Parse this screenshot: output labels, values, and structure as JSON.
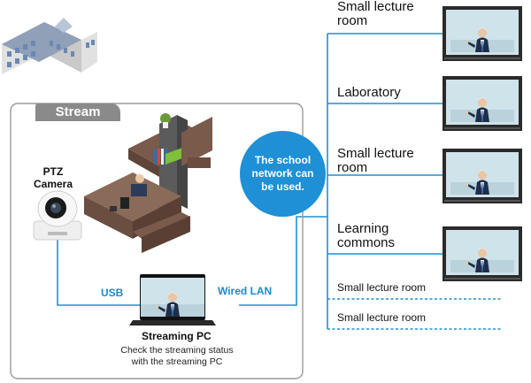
{
  "stream": {
    "tab_label": "Stream"
  },
  "camera": {
    "label_line1": "PTZ",
    "label_line2": "Camera"
  },
  "connections": {
    "usb": "USB",
    "wired_lan": "Wired LAN"
  },
  "network_bubble": {
    "text": "The school network can be used."
  },
  "streaming_pc": {
    "title": "Streaming PC",
    "subtitle_line1": "Check the streaming status",
    "subtitle_line2": "with the streaming PC"
  },
  "rooms": [
    {
      "line1": "Small lecture",
      "line2": "room"
    },
    {
      "line1": "Laboratory",
      "line2": ""
    },
    {
      "line1": "Small lecture",
      "line2": "room"
    },
    {
      "line1": "Learning",
      "line2": "commons"
    }
  ],
  "dashed_rooms": [
    {
      "label": "Small lecture room"
    },
    {
      "label": "Small lecture room"
    }
  ],
  "colors": {
    "line_blue": "#1f8fd6",
    "panel_border": "#9a9a9a",
    "tab_gray": "#8a8a8a",
    "screen_bg": "#cfe3ea"
  },
  "icons": [
    "school-building-icon",
    "office-desk-illustration",
    "ptz-camera-icon",
    "laptop-icon",
    "display-monitor-icon"
  ]
}
